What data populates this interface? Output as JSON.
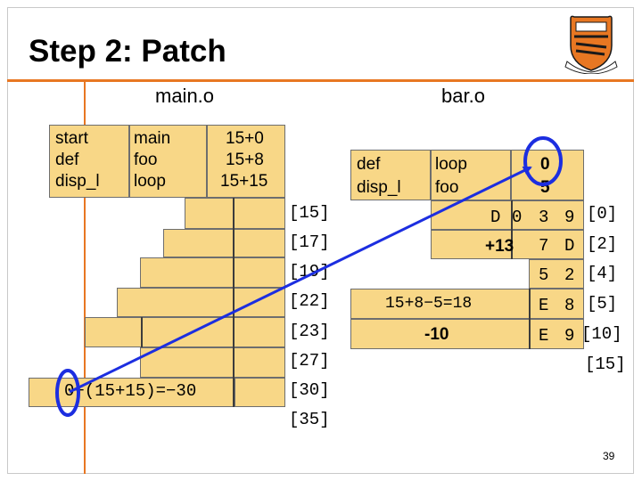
{
  "slide": {
    "title": "Step 2: Patch",
    "page_number": "39"
  },
  "main_o": {
    "header": "main.o",
    "table": {
      "col1": [
        "start",
        "def",
        "disp_l"
      ],
      "col2": [
        "main",
        "foo",
        "loop"
      ],
      "col3": [
        "15+0",
        "15+8",
        "15+15"
      ]
    },
    "patch_expr": "0−(15+15)=−30"
  },
  "bar_o": {
    "header": "bar.o",
    "table": {
      "col1": [
        "def",
        "disp_l"
      ],
      "col2": [
        "loop",
        "foo"
      ],
      "col3": [
        "0",
        "5"
      ]
    },
    "expr1": "15+8−5=18",
    "expr2": "-10"
  },
  "addresses": [
    "[15]",
    "[17]",
    "[19]",
    "[22]",
    "[23]",
    "[27]",
    "[30]",
    "[35]"
  ],
  "bar_bytes": {
    "col_a": [
      "D",
      "+13",
      "",
      "",
      ""
    ],
    "col_b": [
      "0",
      "",
      "",
      "",
      ""
    ],
    "col_c": [
      "3",
      "7",
      "5",
      "E",
      "E"
    ],
    "col_d": [
      "9",
      "D",
      "2",
      "8",
      "9"
    ],
    "offsets": [
      "[0]",
      "[2]",
      "[4]",
      "[5]",
      "[10]",
      "[15]"
    ]
  },
  "colors": {
    "cell_fill": "#f8d787",
    "accent": "#e87722",
    "highlight": "#1c2ee0"
  },
  "icons": {
    "logo": "princeton-shield-icon"
  }
}
